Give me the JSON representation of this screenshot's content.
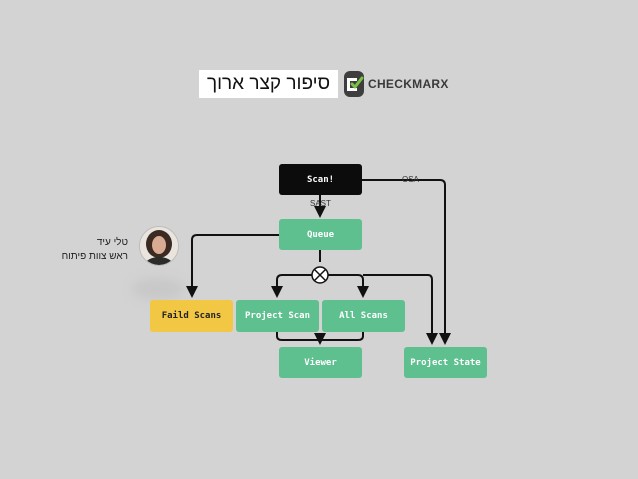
{
  "header": {
    "title": "סיפור קצר ארוך",
    "logo_text": "CHECKMARX"
  },
  "person": {
    "name": "טלי עיד",
    "role": "ראש צוות פיתוח"
  },
  "nodes": {
    "scan": "Scan!",
    "queue": "Queue",
    "faild_scans": "Faild Scans",
    "project_scan": "Project Scan",
    "all_scans": "All Scans",
    "viewer": "Viewer",
    "project_state": "Project State"
  },
  "edge_labels": {
    "sast": "SAST",
    "osa": "OSA"
  },
  "colors": {
    "green_node": "#5fc08f",
    "black_node": "#0c0c0c",
    "yellow_node": "#f2c744",
    "background": "#d3d3d3"
  },
  "icons": {
    "logo": "checkmark-shield-icon",
    "junction": "circle-x-icon"
  }
}
